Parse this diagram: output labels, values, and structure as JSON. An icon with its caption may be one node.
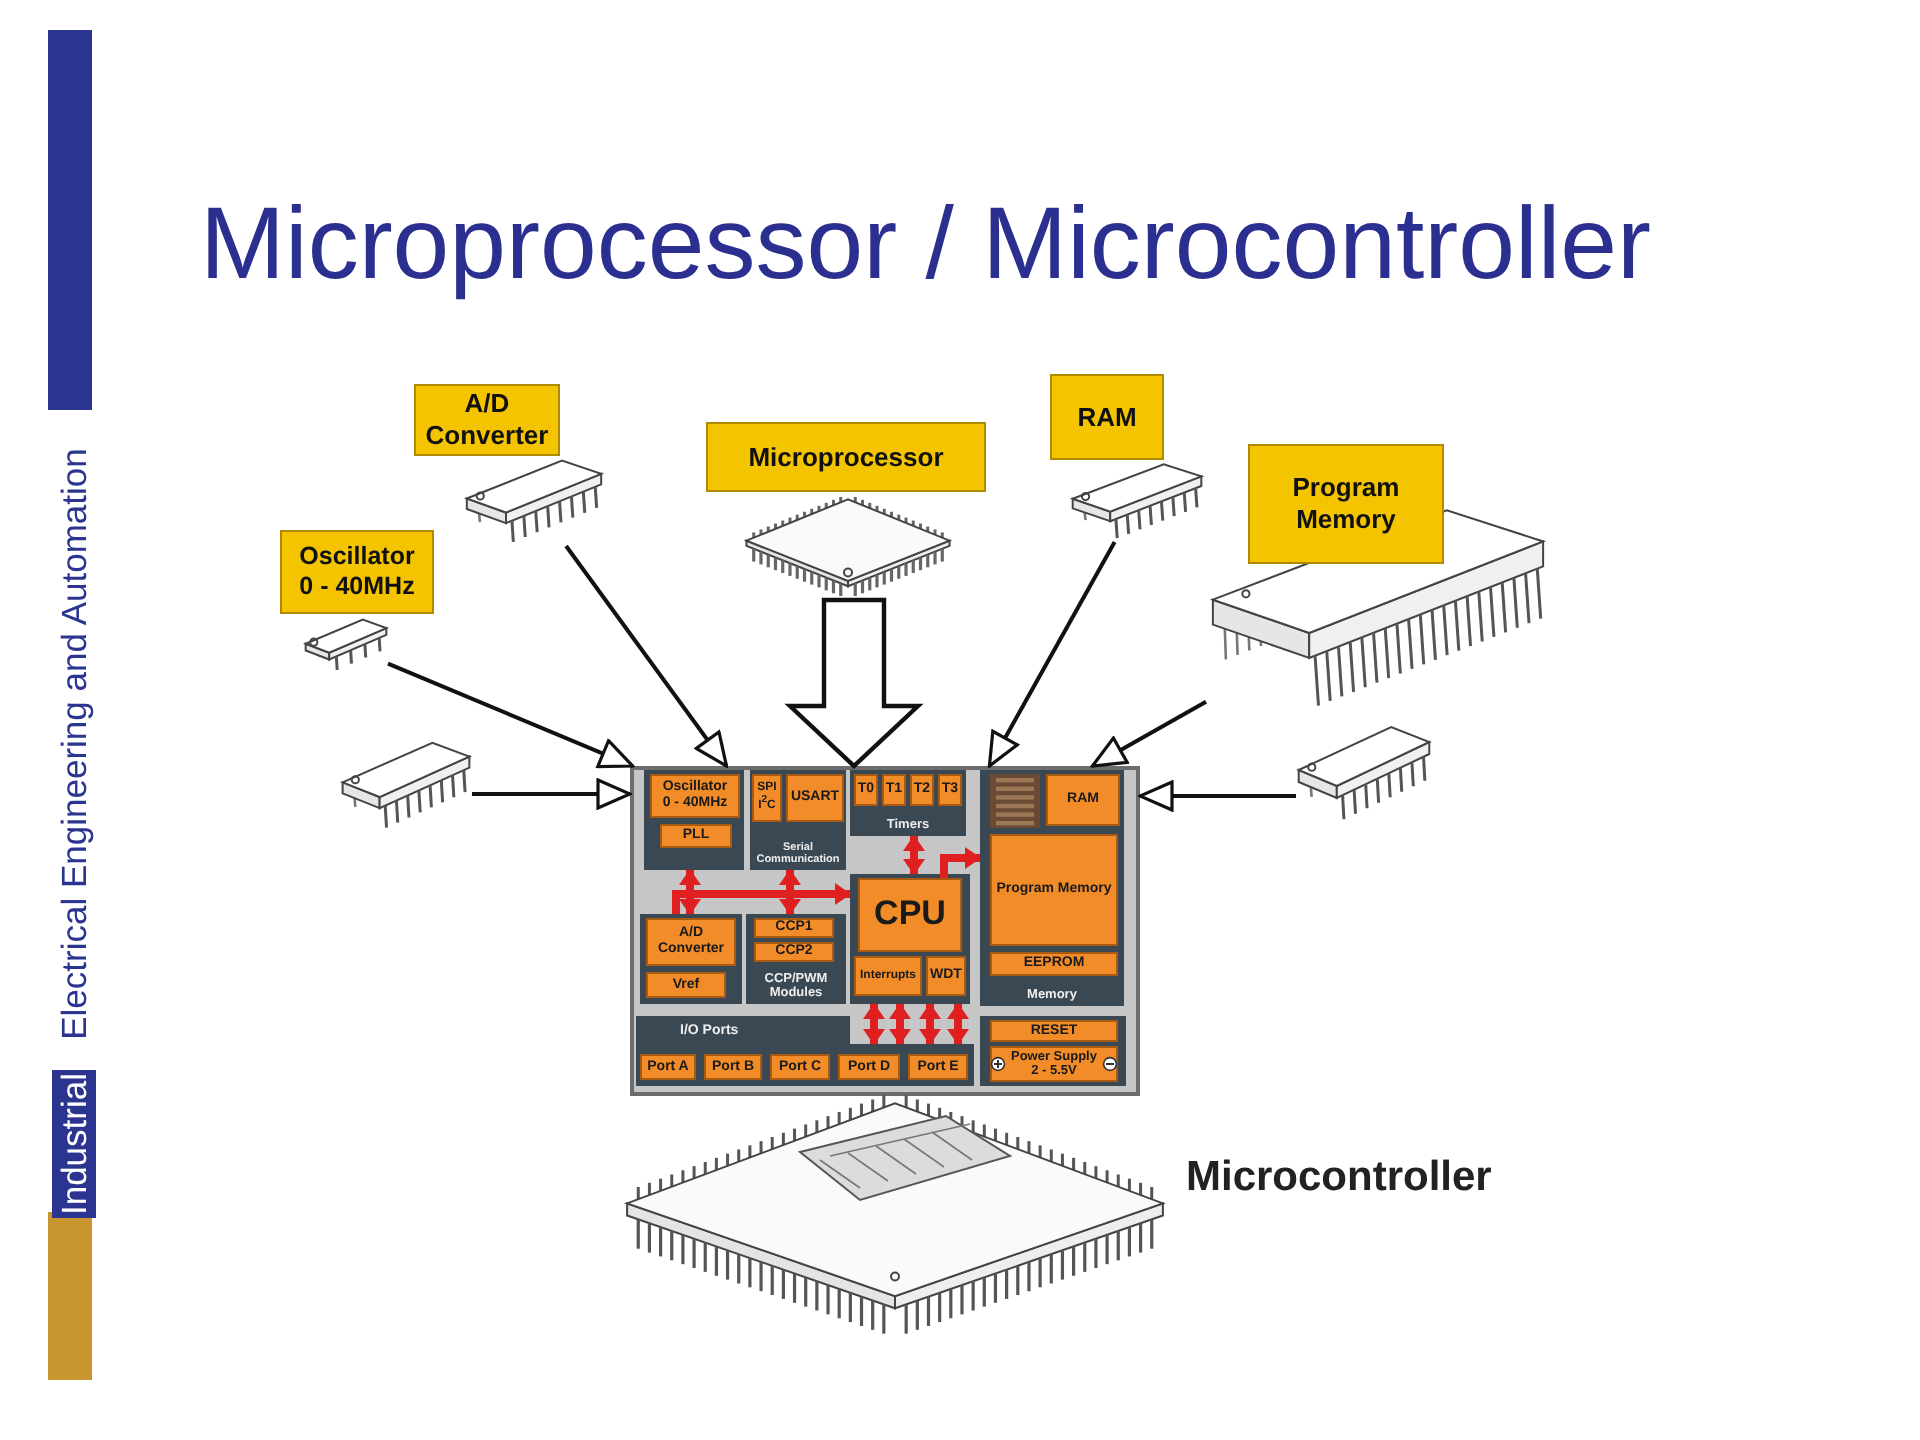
{
  "diagram": {
    "title": "Microprocessor / Microcontroller",
    "nodes": [
      {
        "text": [
          "Oscillator 0 - 40MHz"
        ]
      },
      {
        "text": [
          "A/D Converter"
        ]
      },
      {
        "text": [
          "Microprocessor"
        ]
      },
      {
        "text": [
          "RAM"
        ]
      },
      {
        "text": [
          "Program Memory"
        ]
      },
      {
        "text": [],
        "shape": "picture"
      },
      {
        "text": [],
        "shape": "picture"
      },
      {
        "text": [],
        "shape": "picture"
      },
      {
        "text": [],
        "shape": "picture"
      },
      {
        "text": [],
        "shape": "picture"
      },
      {
        "text": [],
        "shape": "picture"
      },
      {
        "text": [],
        "shape": "picture"
      },
      {
        "text": [],
        "shape": "box"
      },
      {
        "text": [],
        "shape": "box",
        "in": 12
      },
      {
        "text": [
          "Oscillator 0 - 40MHz"
        ],
        "in": 13
      },
      {
        "text": [
          "PLL"
        ],
        "in": 13
      },
      {
        "text": [
          "Serial Communication"
        ],
        "in": 12
      },
      {
        "text": [
          "SPI I$^{2}$C"
        ],
        "in": 16
      },
      {
        "text": [
          "USART"
        ],
        "in": 16
      },
      {
        "text": [
          "Timers"
        ],
        "in": 12
      },
      {
        "text": [
          "T0"
        ],
        "in": 19
      },
      {
        "text": [
          "T1"
        ],
        "in": 19
      },
      {
        "text": [
          "T2"
        ],
        "in": 19
      },
      {
        "text": [
          "T3"
        ],
        "in": 19
      },
      {
        "text": [
          "Memory"
        ],
        "in": 12
      },
      {
        "text": [
          "RAM"
        ],
        "in": 24
      },
      {
        "text": [
          "Program Memory"
        ],
        "in": 24
      },
      {
        "text": [
          "EEPROM"
        ],
        "in": 24
      },
      {
        "text": [],
        "shape": "box",
        "in": 12
      },
      {
        "text": [
          "A/D Converter"
        ],
        "in": 28
      },
      {
        "text": [
          "Vref"
        ],
        "in": 28
      },
      {
        "text": [
          "CCP/PWM Modules"
        ],
        "in": 12
      },
      {
        "text": [
          "CCP1"
        ],
        "in": 31
      },
      {
        "text": [
          "CCP2"
        ],
        "in": 31
      },
      {
        "text": [],
        "shape": "box",
        "in": 12
      },
      {
        "text": [
          "CPU"
        ],
        "in": 34
      },
      {
        "text": [
          "Interrupts"
        ],
        "in": 34
      },
      {
        "text": [
          "WDT"
        ],
        "in": 34
      },
      {
        "text": [
          "I/O Ports"
        ],
        "in": 12
      },
      {
        "text": [
          "Port A"
        ],
        "in": 38
      },
      {
        "text": [
          "Port B"
        ],
        "in": 38
      },
      {
        "text": [
          "Port C"
        ],
        "in": 38
      },
      {
        "text": [
          "Port D"
        ],
        "in": 38
      },
      {
        "text": [
          "Port E"
        ],
        "in": 38
      },
      {
        "text": [],
        "shape": "box",
        "in": 12
      },
      {
        "text": [
          "RESET"
        ],
        "in": 44
      },
      {
        "text": [
          "Power Supply 2 - 5.5V"
        ],
        "in": 44
      },
      {
        "text": [],
        "shape": "picture",
        "beside": [
          "Microcontroller"
        ]
      }
    ],
    "edges": [
      {
        "from": 5,
        "to": 12,
        "arrow": "to",
        "color": "#111111"
      },
      {
        "from": 6,
        "to": 12,
        "arrow": "to",
        "color": "#111111"
      },
      {
        "from": 7,
        "to": 12,
        "arrow": "to",
        "style": "thick",
        "color": "#111111"
      },
      {
        "from": 8,
        "to": 12,
        "arrow": "to",
        "color": "#111111"
      },
      {
        "from": 9,
        "to": 12,
        "arrow": "to",
        "color": "#111111"
      },
      {
        "from": 11,
        "to": 12,
        "arrow": "to",
        "color": "#111111"
      },
      {
        "from": 10,
        "to": 12,
        "arrow": "to",
        "color": "#111111"
      },
      {
        "from": 13,
        "to": 28,
        "arrow": "both"
      },
      {
        "from": 16,
        "to": 31,
        "arrow": "both"
      },
      {
        "from": 28,
        "to": 34,
        "arrow": "to"
      },
      {
        "from": 19,
        "to": 34,
        "arrow": "both"
      },
      {
        "from": 35,
        "to": 24,
        "arrow": "to"
      },
      {
        "from": 34,
        "to": 38,
        "arrow": "both"
      },
      {
        "from": 34,
        "to": 38,
        "arrow": "both"
      },
      {
        "from": 34,
        "to": 38,
        "arrow": "both"
      },
      {
        "from": 34,
        "to": 38,
        "arrow": "both"
      }
    ],
    "labels": [
      "Industrial",
      "Electrical Engineering and Automation"
    ]
  }
}
